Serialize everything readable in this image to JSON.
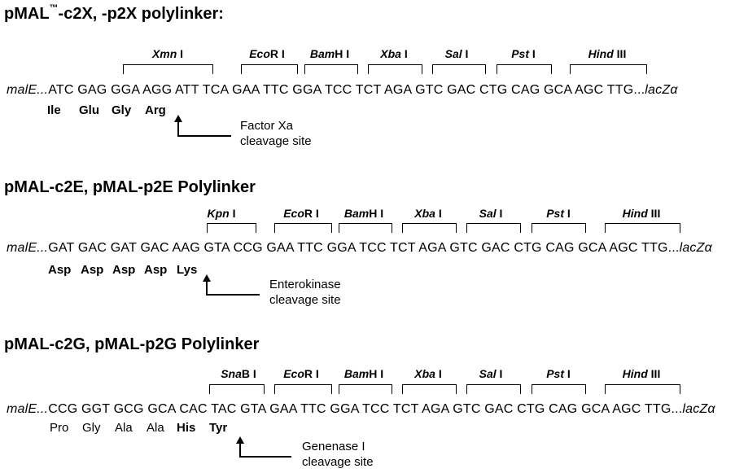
{
  "sections": [
    {
      "title_main": "pMAL",
      "title_sup": "™",
      "title_rest": "-c2X, -p2X polylinker:",
      "seq_prefix": "malE...",
      "seq_body": "ATC GAG GGA AGG ATT TCA GAA TTC GGA TCC TCT AGA GTC GAC CTG CAG GCA AGC TTG...",
      "seq_suffix": "lacZα",
      "sites": [
        {
          "italic": "Xmn",
          "roman": " I"
        },
        {
          "italic": "Eco",
          "roman": "R I"
        },
        {
          "italic": "Bam",
          "roman": "H I"
        },
        {
          "italic": "Xba",
          "roman": " I"
        },
        {
          "italic": "Sal",
          "roman": " I"
        },
        {
          "italic": "Pst",
          "roman": " I"
        },
        {
          "italic": "Hind",
          "roman": " III"
        }
      ],
      "amino_acids": [
        "Ile",
        "Glu",
        "Gly",
        "Arg"
      ],
      "cleavage_line1": "Factor Xa",
      "cleavage_line2": "cleavage site"
    },
    {
      "title_main": "pMAL-c2E, pMAL-p2E Polylinker",
      "title_sup": "",
      "title_rest": "",
      "seq_prefix": "malE...",
      "seq_body": "GAT GAC GAT GAC AAG GTA CCG GAA TTC GGA TCC TCT AGA GTC GAC CTG CAG GCA AGC TTG...",
      "seq_suffix": "lacZα",
      "sites": [
        {
          "italic": "Kpn",
          "roman": " I"
        },
        {
          "italic": "Eco",
          "roman": "R I"
        },
        {
          "italic": "Bam",
          "roman": "H I"
        },
        {
          "italic": "Xba",
          "roman": " I"
        },
        {
          "italic": "Sal",
          "roman": " I"
        },
        {
          "italic": "Pst",
          "roman": " I"
        },
        {
          "italic": "Hind",
          "roman": " III"
        }
      ],
      "amino_acids": [
        "Asp",
        "Asp",
        "Asp",
        "Asp",
        "Lys"
      ],
      "cleavage_line1": "Enterokinase",
      "cleavage_line2": "cleavage site"
    },
    {
      "title_main": "pMAL-c2G, pMAL-p2G Polylinker",
      "title_sup": "",
      "title_rest": "",
      "seq_prefix": "malE...",
      "seq_body": "CCG GGT GCG GCA CAC TAC GTA GAA TTC GGA TCC TCT AGA GTC GAC CTG CAG GCA AGC TTG...",
      "seq_suffix": "lacZα",
      "sites": [
        {
          "italic": "Sna",
          "roman": "B I"
        },
        {
          "italic": "Eco",
          "roman": "R I"
        },
        {
          "italic": "Bam",
          "roman": "H I"
        },
        {
          "italic": "Xba",
          "roman": " I"
        },
        {
          "italic": "Sal",
          "roman": " I"
        },
        {
          "italic": "Pst",
          "roman": " I"
        },
        {
          "italic": "Hind",
          "roman": " III"
        }
      ],
      "amino_acids": [
        "Pro",
        "Gly",
        "Ala",
        "Ala",
        "His",
        "Tyr"
      ],
      "cleavage_line1": "Genenase I",
      "cleavage_line2": "cleavage site"
    }
  ]
}
